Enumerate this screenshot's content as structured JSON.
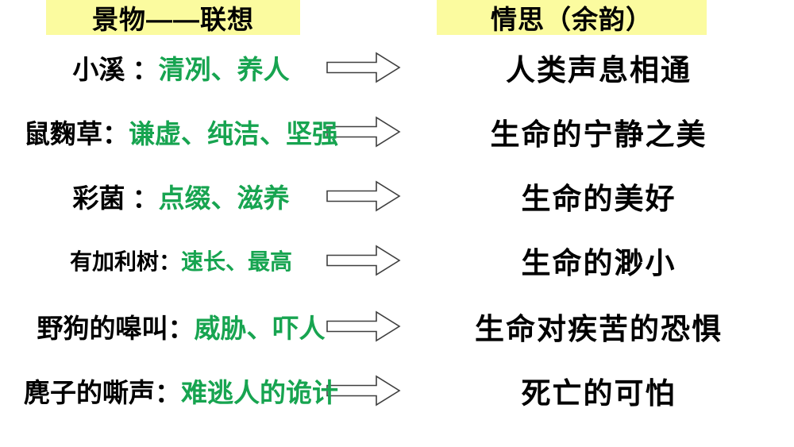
{
  "slide": {
    "type": "presentation-slide",
    "background": "#ffffff"
  },
  "colors": {
    "header_highlight_yellow": "#fbfb9f",
    "association_green": "#17a450",
    "text_black": "#000000",
    "arrow_fill": "#ffffff",
    "arrow_outline": "#3f3f3f"
  },
  "icons": {
    "arrow": "right-block-arrow-icon"
  },
  "headers": {
    "left": "景物——联想",
    "right": "情思（余韵）"
  },
  "rows": [
    {
      "subject": "小溪 ： ",
      "association": "清冽、养人",
      "feeling": "人类声息相通"
    },
    {
      "subject": "鼠麴草： ",
      "association": "谦虚、纯洁、坚强",
      "feeling": "生命的宁静之美"
    },
    {
      "subject": "彩菌 ： ",
      "association": "点缀、滋养",
      "feeling": "生命的美好"
    },
    {
      "subject": "有加利树： ",
      "association": "速长、最高",
      "feeling": "生命的渺小"
    },
    {
      "subject": "野狗的嗥叫： ",
      "association": "威胁、吓人",
      "feeling": "生命对疾苦的恐惧"
    },
    {
      "subject": "麂子的嘶声： ",
      "association": "难逃人的诡计",
      "feeling": "死亡的可怕"
    }
  ]
}
